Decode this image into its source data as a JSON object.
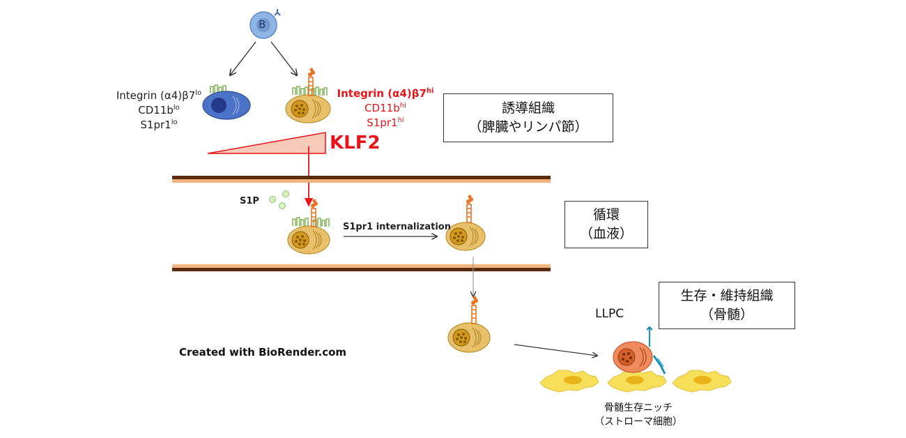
{
  "b_cell_letter": "B",
  "left_cell": {
    "line1": "Integrin (α4)β7",
    "line1_sup": "lo",
    "line2": "CD11b",
    "line2_sup": "lo",
    "line3": "S1pr1",
    "line3_sup": "lo"
  },
  "right_cell": {
    "line1": "Integrin (α4)β7",
    "line1_sup": "hi",
    "line2": "CD11b",
    "line2_sup": "hi",
    "line3": "S1pr1",
    "line3_sup": "hi"
  },
  "klf2": "KLF2",
  "s1p": "S1P",
  "internalization": "S1pr1 internalization",
  "boxes": {
    "induction": {
      "line1": "誘導組織",
      "line2": "（脾臓やリンパ節）"
    },
    "circulation": {
      "line1": "循環",
      "line2": "（血液）"
    },
    "survival": {
      "line1": "生存・維持組織",
      "line2": "（骨髄）"
    }
  },
  "llpc": "LLPC",
  "credit": "Created with BioRender.com",
  "niche": {
    "line1": "骨髄生存ニッチ",
    "line2": "（ストローマ細胞）"
  },
  "colors": {
    "red": "#e8141a",
    "vessel_dark": "#5a2a0e",
    "vessel_light": "#f3b57f",
    "plasma_cell": "#e8c06a",
    "stroma": "#f7df5a",
    "b_cell": "#8fb4e6",
    "receptor_orange": "#e8721f",
    "integrin_green": "#a9d37a"
  }
}
